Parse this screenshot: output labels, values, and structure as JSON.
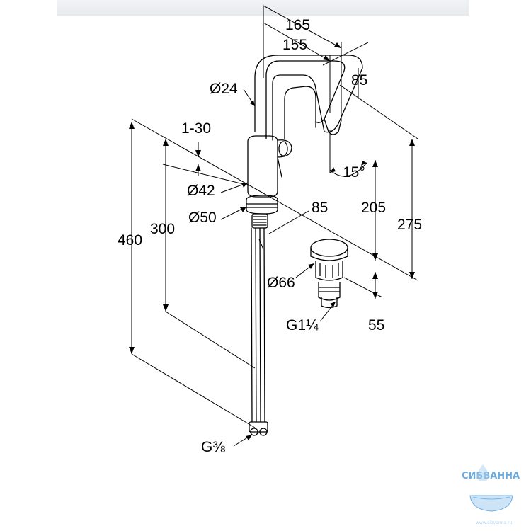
{
  "dimensions": {
    "spout_reach_outer": "165",
    "spout_reach_inner": "155",
    "spout_outlet_height": "85",
    "spout_diameter": "Ø24",
    "deck_thickness": "1-30",
    "body_diameter": "Ø42",
    "flange_diameter": "Ø50",
    "outlet_to_body": "85",
    "rotation_angle": "15°",
    "outlet_height": "205",
    "total_height": "275",
    "hose_length_300": "300",
    "hose_length_460": "460",
    "waste_diameter": "Ø66",
    "waste_thread": "G1¼",
    "waste_height": "55",
    "hose_thread": "G⅜"
  },
  "watermark": {
    "brand": "СИБВАННА",
    "url": "www.sibvanna.ru"
  },
  "colors": {
    "line": "#000000",
    "background": "#ffffff",
    "watermark": "#3a8fd6"
  }
}
